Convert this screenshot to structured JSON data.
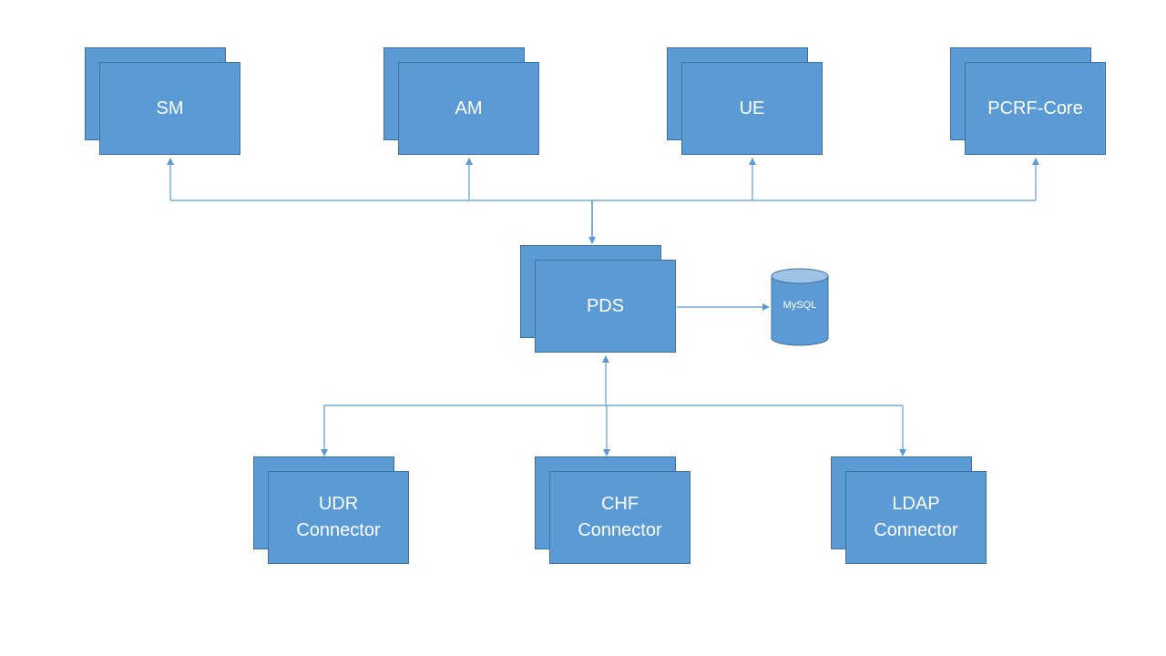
{
  "colors": {
    "node_fill": "#5b9bd5",
    "node_border": "#41719c",
    "connector": "#5b9bd5",
    "text": "#ffffff"
  },
  "nodes": {
    "sm": "SM",
    "am": "AM",
    "ue": "UE",
    "pcrf_core": "PCRF-Core",
    "pds": "PDS",
    "udr": "UDR\nConnector",
    "chf": "CHF\nConnector",
    "ldap": "LDAP\nConnector"
  },
  "database": {
    "label": "MySQL"
  }
}
